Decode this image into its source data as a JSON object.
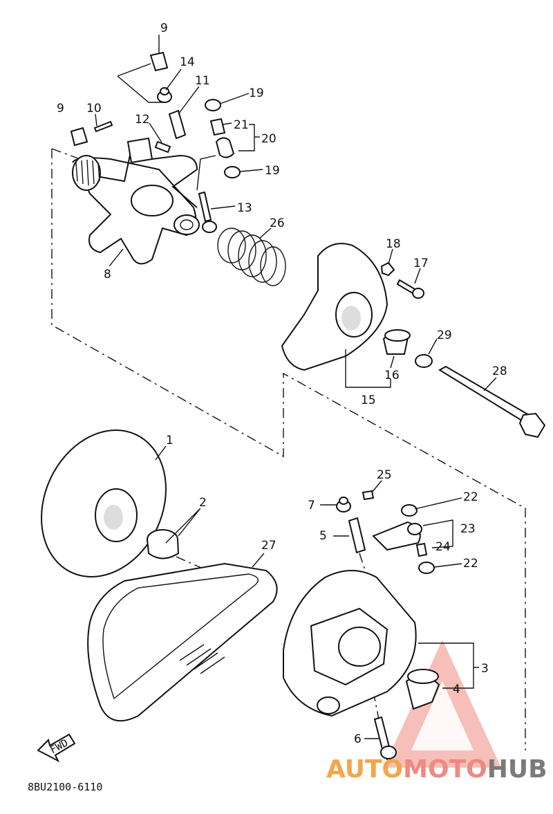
{
  "diagram_code": "8BU2100-6110",
  "fwd_label": "FWD",
  "watermark": {
    "part1": "AUTO",
    "part2": "MOTO",
    "part3": "HUB",
    "color_orange": "#f3a64a",
    "color_red": "#ee8a80",
    "color_gray": "#7a7a7a"
  },
  "callouts": {
    "c1": "1",
    "c2": "2",
    "c3": "3",
    "c4": "4",
    "c5": "5",
    "c6": "6",
    "c7": "7",
    "c8": "8",
    "c9a": "9",
    "c9b": "9",
    "c10": "10",
    "c11": "11",
    "c12": "12",
    "c13": "13",
    "c14": "14",
    "c15": "15",
    "c16": "16",
    "c17": "17",
    "c18": "18",
    "c19a": "19",
    "c19b": "19",
    "c20": "20",
    "c21": "21",
    "c22a": "22",
    "c22b": "22",
    "c23": "23",
    "c24": "24",
    "c25": "25",
    "c26": "26",
    "c27": "27",
    "c28": "28",
    "c29": "29"
  }
}
